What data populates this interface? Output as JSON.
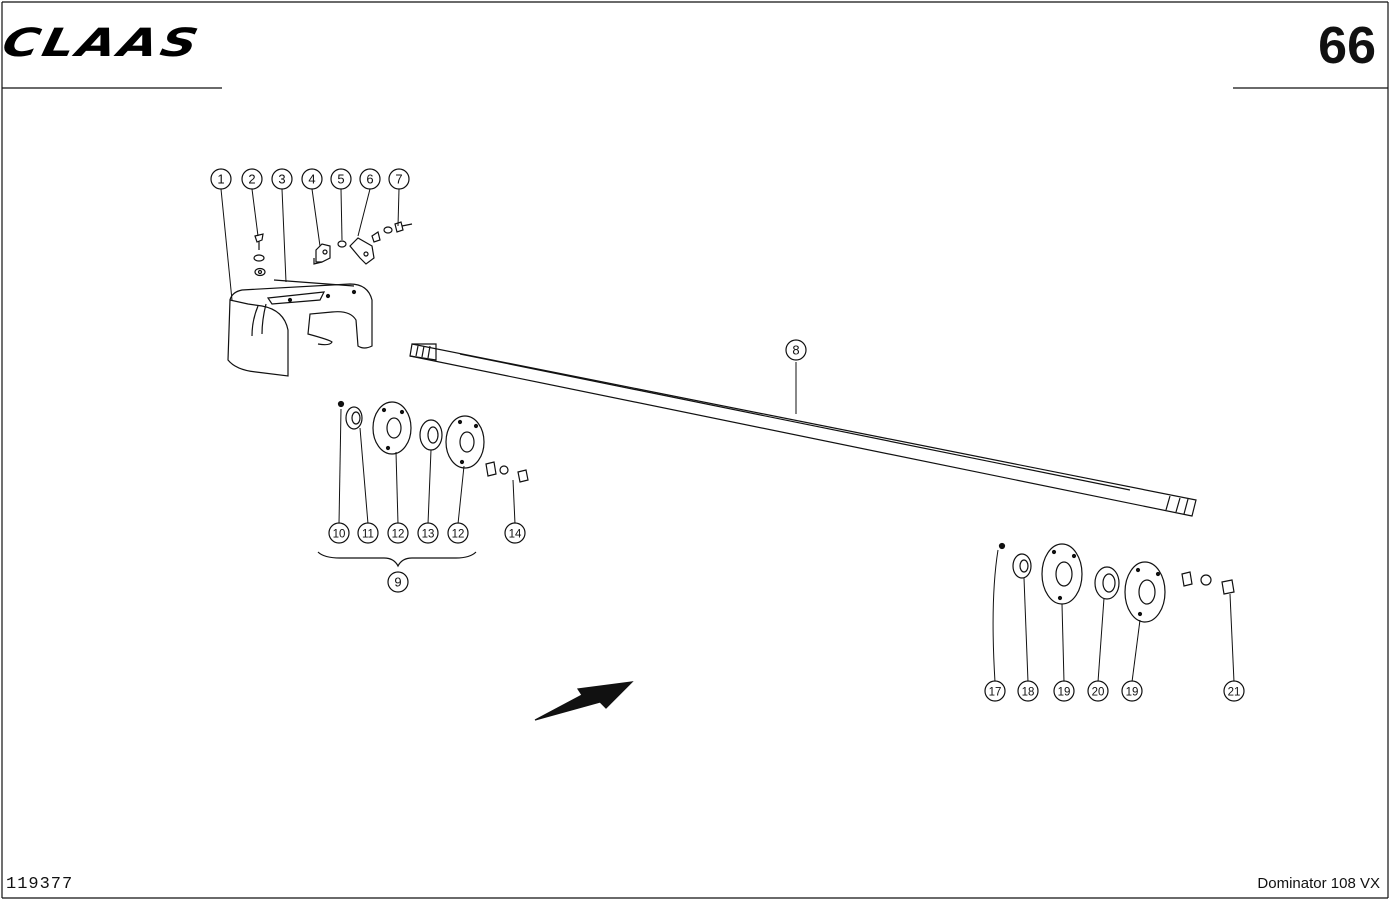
{
  "header": {
    "brand": "CLAAS",
    "page_number": "66"
  },
  "footer": {
    "drawing_number": "119377",
    "model": "Dominator 108 VX"
  },
  "callouts": [
    {
      "id": "c1",
      "label": "1"
    },
    {
      "id": "c2",
      "label": "2"
    },
    {
      "id": "c3",
      "label": "3"
    },
    {
      "id": "c4",
      "label": "4"
    },
    {
      "id": "c5",
      "label": "5"
    },
    {
      "id": "c6",
      "label": "6"
    },
    {
      "id": "c7",
      "label": "7"
    },
    {
      "id": "c8",
      "label": "8"
    },
    {
      "id": "c9",
      "label": "9"
    },
    {
      "id": "c10",
      "label": "10"
    },
    {
      "id": "c11",
      "label": "11"
    },
    {
      "id": "c12a",
      "label": "12"
    },
    {
      "id": "c13",
      "label": "13"
    },
    {
      "id": "c12b",
      "label": "12"
    },
    {
      "id": "c14",
      "label": "14"
    },
    {
      "id": "c17",
      "label": "17"
    },
    {
      "id": "c18",
      "label": "18"
    },
    {
      "id": "c19a",
      "label": "19"
    },
    {
      "id": "c20",
      "label": "20"
    },
    {
      "id": "c19b",
      "label": "19"
    },
    {
      "id": "c21",
      "label": "21"
    }
  ]
}
